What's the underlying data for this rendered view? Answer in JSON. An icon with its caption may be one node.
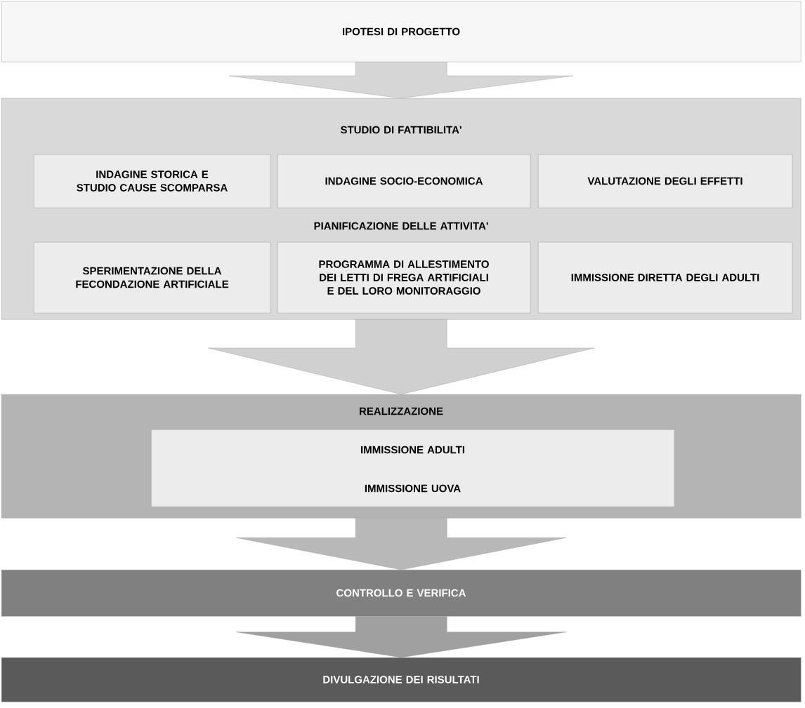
{
  "diagram": {
    "nodes": [
      {
        "text": [
          "IPOTESI DI PROGETTO"
        ]
      },
      {
        "text": [
          "STUDIO DI FATTIBILITA'",
          "PIANIFICAZIONE DELLE ATTIVITA'"
        ]
      },
      {
        "text": [
          "INDAGINE STORICA E STUDIO CAUSE SCOMPARSA"
        ],
        "in": 1
      },
      {
        "text": [
          "INDAGINE SOCIO-ECONOMICA"
        ],
        "in": 1
      },
      {
        "text": [
          "VALUTAZIONE DEGLI EFFETTI"
        ],
        "in": 1
      },
      {
        "text": [
          "SPERIMENTAZIONE DELLA FECONDAZIONE ARTIFICIALE"
        ],
        "in": 1
      },
      {
        "text": [
          "PROGRAMMA DI ALLESTIMENTO DEI LETTI DI FREGA ARTIFICIALI E DEL LORO MONITORAGGIO"
        ],
        "in": 1
      },
      {
        "text": [
          "IMMISSIONE DIRETTA DEGLI ADULTI"
        ],
        "in": 1
      },
      {
        "text": [
          "REALIZZAZIONE"
        ]
      },
      {
        "text": [
          "IMMISSIONE ADULTI",
          "IMMISSIONE UOVA"
        ],
        "in": 8
      },
      {
        "text": [
          "CONTROLLO E VERIFICA"
        ]
      },
      {
        "text": [
          "DIVULGAZIONE DEI RISULTATI"
        ]
      }
    ],
    "edges": [
      {
        "from": 0,
        "to": 1,
        "arrow": "to"
      },
      {
        "from": 1,
        "to": 8,
        "arrow": "to"
      },
      {
        "from": 8,
        "to": 10,
        "arrow": "to"
      },
      {
        "from": 10,
        "to": 11,
        "arrow": "to"
      }
    ]
  }
}
